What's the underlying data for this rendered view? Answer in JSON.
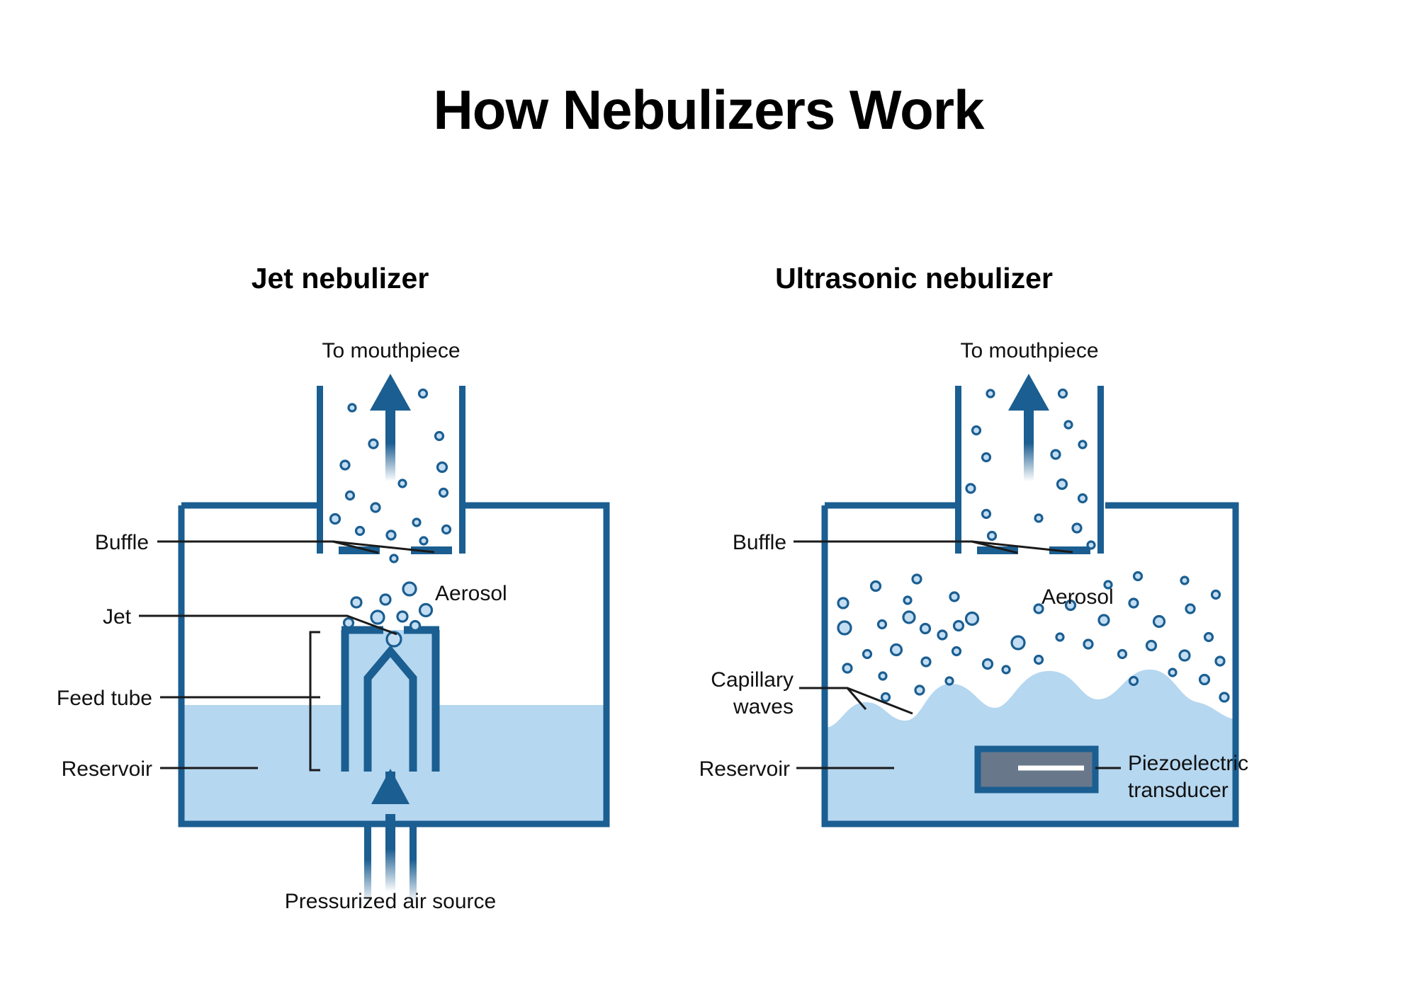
{
  "title": "How Nebulizers Work",
  "colors": {
    "outline": "#1b5e91",
    "liquid": "#b5d7f0",
    "bubble_fill": "#c3ddf3",
    "bubble_stroke": "#1b5e91",
    "transducer": "#68788a",
    "leader": "#1a1a1a",
    "text": "#111111"
  },
  "panels": [
    {
      "id": "jet",
      "subtitle": "Jet nebulizer",
      "labels": {
        "mouthpiece": "To mouthpiece",
        "buffle": "Buffle",
        "aerosol": "Aerosol",
        "jet": "Jet",
        "feed_tube": "Feed tube",
        "reservoir": "Reservoir",
        "air_source": "Pressurized air source"
      }
    },
    {
      "id": "ultrasonic",
      "subtitle": "Ultrasonic nebulizer",
      "labels": {
        "mouthpiece": "To mouthpiece",
        "buffle": "Buffle",
        "aerosol": "Aerosol",
        "capillary_waves_line1": "Capillary",
        "capillary_waves_line2": "waves",
        "reservoir": "Reservoir",
        "transducer_line1": "Piezoelectric",
        "transducer_line2": "transducer"
      }
    }
  ]
}
